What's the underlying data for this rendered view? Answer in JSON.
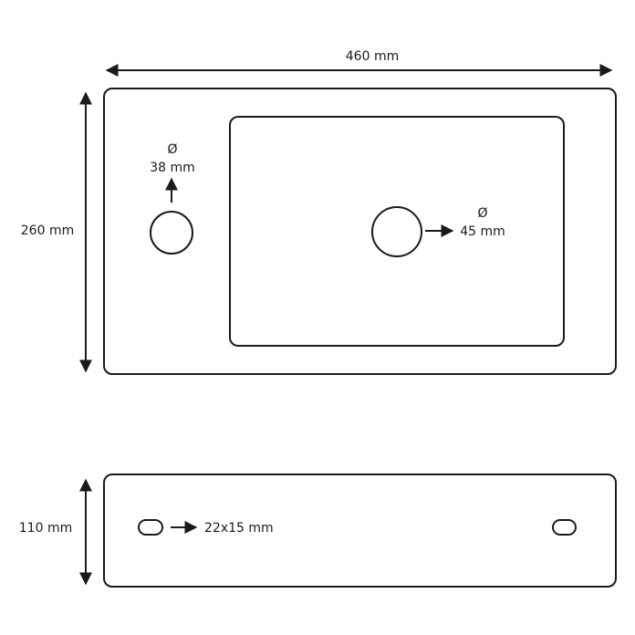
{
  "top_view": {
    "width_label": "460 mm",
    "height_label": "260 mm",
    "tap_hole": {
      "symbol": "Ø",
      "size_label": "38 mm"
    },
    "drain_hole": {
      "symbol": "Ø",
      "size_label": "45 mm"
    }
  },
  "side_view": {
    "height_label": "110 mm",
    "slot_label": "22x15 mm"
  },
  "colors": {
    "line": "#1a1a1a",
    "background": "#ffffff"
  }
}
